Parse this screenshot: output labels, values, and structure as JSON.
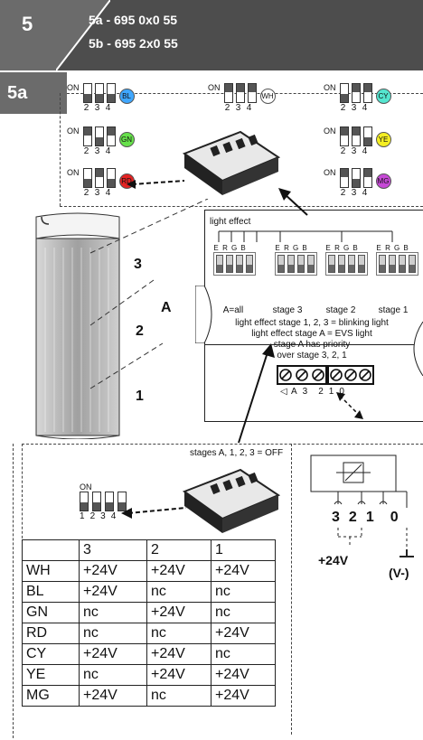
{
  "header": {
    "number": "5",
    "line1": "5a - 695 0x0 55",
    "line2": "5b - 695 2x0 55"
  },
  "section_a": {
    "label": "5a",
    "on_label": "ON",
    "dip_numbers": [
      "2",
      "3",
      "4"
    ],
    "colors": [
      {
        "code": "BL",
        "fill": "#3fa7ff"
      },
      {
        "code": "WH",
        "fill": "#ffffff"
      },
      {
        "code": "CY",
        "fill": "#55e6d0"
      },
      {
        "code": "GN",
        "fill": "#66e14a"
      },
      {
        "code": "YE",
        "fill": "#f4ee22"
      },
      {
        "code": "RD",
        "fill": "#e32222"
      },
      {
        "code": "MG",
        "fill": "#c648d6"
      }
    ]
  },
  "light": {
    "stage_numbers": [
      "3",
      "2",
      "1"
    ],
    "zone_label": "A"
  },
  "module": {
    "title": "light effect",
    "erg_letters": [
      "E",
      "R",
      "G",
      "B"
    ],
    "stage_labels": [
      "A=all",
      "stage 3",
      "stage 2",
      "stage 1"
    ],
    "notes": [
      "light effect stage 1, 2, 3 = blinking light",
      "light effect stage A = EVS light",
      "stage A has priority",
      "over stage 3, 2, 1"
    ],
    "terminal_labels": [
      "A",
      "3",
      "2",
      "1",
      "0"
    ]
  },
  "section_b": {
    "caption": "stages A, 1, 2, 3 = OFF",
    "on_label": "ON",
    "dip_numbers": [
      "1",
      "2",
      "3",
      "4"
    ]
  },
  "wiring": {
    "terminals": [
      "3",
      "2",
      "1",
      "0"
    ],
    "supply": "+24V",
    "ground": "(V-)"
  },
  "table": {
    "headers": [
      "",
      "3",
      "2",
      "1"
    ],
    "rows": [
      [
        "WH",
        "+24V",
        "+24V",
        "+24V"
      ],
      [
        "BL",
        "+24V",
        "nc",
        "nc"
      ],
      [
        "GN",
        "nc",
        "+24V",
        "nc"
      ],
      [
        "RD",
        "nc",
        "nc",
        "+24V"
      ],
      [
        "CY",
        "+24V",
        "+24V",
        "nc"
      ],
      [
        "YE",
        "nc",
        "+24V",
        "+24V"
      ],
      [
        "MG",
        "+24V",
        "nc",
        "+24V"
      ]
    ]
  }
}
